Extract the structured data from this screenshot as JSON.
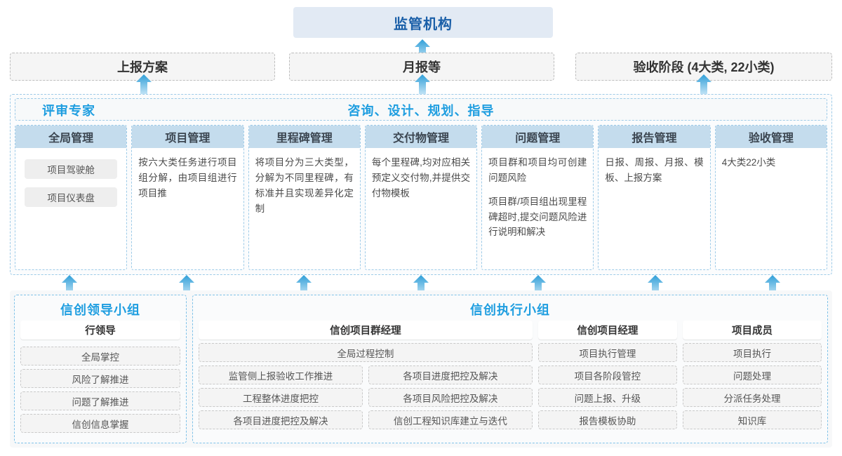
{
  "top": {
    "regulator": "监管机构",
    "reports": [
      {
        "label": "上报方案"
      },
      {
        "label": "月报等"
      },
      {
        "label": "验收阶段 (4大类, 22小类)"
      }
    ]
  },
  "middle": {
    "header_left": "评审专家",
    "header_center": "咨询、设计、规划、指导",
    "columns": [
      {
        "title": "全局管理",
        "pills": [
          "项目驾驶舱",
          "项目仪表盘"
        ],
        "paragraphs": []
      },
      {
        "title": "项目管理",
        "pills": [],
        "paragraphs": [
          "按六大类任务进行项目组分解，由项目组进行项目推"
        ]
      },
      {
        "title": "里程碑管理",
        "pills": [],
        "paragraphs": [
          "将项目分为三大类型，分解为不同里程碑，有标准并且实现差异化定制"
        ]
      },
      {
        "title": "交付物管理",
        "pills": [],
        "paragraphs": [
          "每个里程碑,均对应相关预定义交付物,并提供交付物模板"
        ]
      },
      {
        "title": "问题管理",
        "pills": [],
        "paragraphs": [
          "项目群和项目均可创建问题风险",
          "项目群/项目组出现里程碑超时,提交问题风险进行说明和解决"
        ]
      },
      {
        "title": "报告管理",
        "pills": [],
        "paragraphs": [
          "日报、周报、月报、模板、上报方案"
        ]
      },
      {
        "title": "验收管理",
        "pills": [],
        "paragraphs": [
          "4大类22小类"
        ]
      }
    ]
  },
  "bottom": {
    "leadership": {
      "title": "信创领导小组",
      "role": "行领导",
      "tasks": [
        "全局掌控",
        "风险了解推进",
        "问题了解推进",
        "信创信息掌握"
      ]
    },
    "execution": {
      "title": "信创执行小组",
      "program_manager": {
        "role": "信创项目群经理",
        "full_width_task": "全局过程控制",
        "left_tasks": [
          "监管侧上报验收工作推进",
          "工程整体进度把控",
          "各项目进度把控及解决"
        ],
        "right_tasks": [
          "各项目进度把控及解决",
          "各项目风险把控及解决",
          "信创工程知识库建立与迭代"
        ]
      },
      "project_manager": {
        "role": "信创项目经理",
        "tasks": [
          "项目执行管理",
          "项目各阶段管控",
          "问题上报、升级",
          "报告模板协助"
        ]
      },
      "member": {
        "role": "项目成员",
        "tasks": [
          "项目执行",
          "问题处理",
          "分派任务处理",
          "知识库"
        ]
      }
    }
  },
  "colors": {
    "accent_blue": "#1f9ee0",
    "regulator_bg": "#e2eaf4",
    "regulator_text": "#1a5fa8",
    "column_head_bg": "#c4dced",
    "arrow_top": "#2f9fd8",
    "arrow_bottom": "#bfe2f5"
  }
}
